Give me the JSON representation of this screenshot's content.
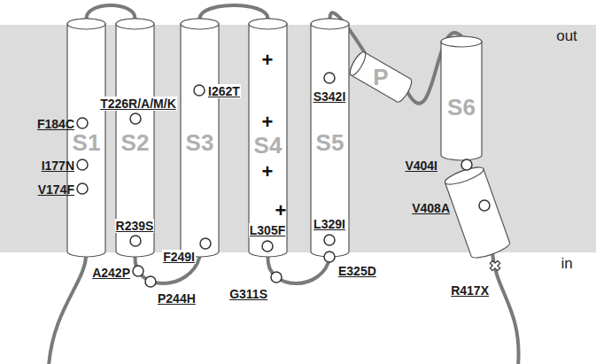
{
  "diagram": {
    "nodes": [
      {
        "text": [
          "S1"
        ]
      },
      {
        "text": [
          "S2"
        ]
      },
      {
        "text": [
          "S3"
        ]
      },
      {
        "text": [
          "S4"
        ]
      },
      {
        "text": [
          "S5"
        ]
      },
      {
        "text": [
          "P"
        ]
      },
      {
        "text": [
          "S6"
        ]
      }
    ],
    "edges": [
      {
        "from": 0,
        "to": 1,
        "arrow": "none"
      },
      {
        "from": 1,
        "to": 2,
        "arrow": "none"
      },
      {
        "from": 2,
        "to": 3,
        "arrow": "none"
      },
      {
        "from": 3,
        "to": 4,
        "arrow": "none"
      },
      {
        "from": 4,
        "to": 5,
        "arrow": "none"
      },
      {
        "from": 5,
        "to": 6,
        "arrow": "none"
      }
    ],
    "labels": [
      "out",
      "in",
      "+",
      "+",
      "+",
      "+",
      "F184C",
      "I177N",
      "V174F",
      "T226R/A/M/K",
      "R239S",
      "A242P",
      "P244H",
      "F249I",
      "I262T",
      "L305F",
      "G311S",
      "S342I",
      "L329I",
      "E325D",
      "V404I",
      "V408A",
      "R417X"
    ]
  }
}
